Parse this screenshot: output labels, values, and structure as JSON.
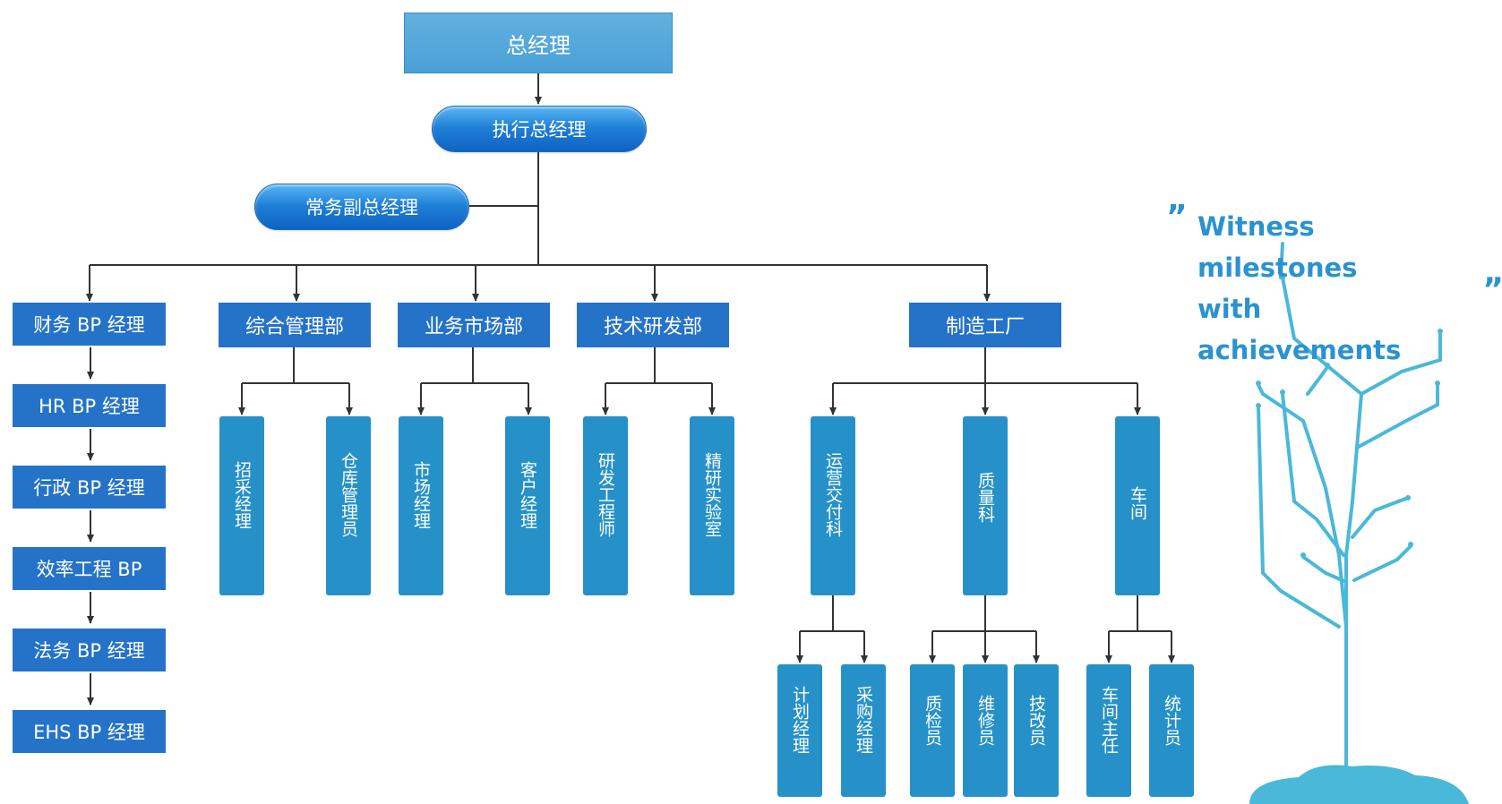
{
  "top": {
    "ceo": "总经理",
    "exec": "执行总经理",
    "vice": "常务副总经理"
  },
  "left_managers": [
    "财务 BP 经理",
    "HR BP 经理",
    "行政 BP 经理",
    "效率工程 BP",
    "法务 BP 经理",
    "EHS BP 经理"
  ],
  "departments": {
    "general": {
      "label": "综合管理部",
      "children": [
        "招采经理",
        "仓库管理员"
      ]
    },
    "business": {
      "label": "业务市场部",
      "children": [
        "市场经理",
        "客户经理"
      ]
    },
    "tech": {
      "label": "技术研发部",
      "children": [
        "研发工程师",
        "精研实验室"
      ]
    },
    "factory": {
      "label": "制造工厂",
      "children": [
        {
          "label": "运营交付科",
          "children": [
            "计划经理",
            "采购经理"
          ]
        },
        {
          "label": "质量科",
          "children": [
            "质检员",
            "维修员",
            "技改员"
          ]
        },
        {
          "label": "车间",
          "children": [
            "车间主任",
            "统计员"
          ]
        }
      ]
    }
  },
  "slogan": {
    "line1": "Witness milestones",
    "line2": "with achievements",
    "open_quote": "”",
    "close_quote": "„"
  },
  "colors": {
    "dept_blue": "#2573c8",
    "leaf_blue": "#2691c8",
    "tree": "#4ab8d8",
    "slogan": "#2a93cf"
  }
}
